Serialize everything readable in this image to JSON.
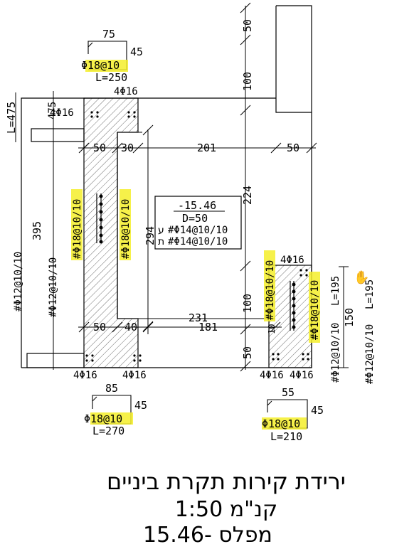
{
  "colors": {
    "line": "#000000",
    "highlight": "#f5ef2a",
    "hatch": "#6f6f6f"
  },
  "icons": {
    "cursor": "hand-pointer-icon"
  },
  "title": {
    "line1": "ירידת קירות תקרת ביניים",
    "line2": "קנ\"מ 1:50",
    "line3": "מפלס -15.46"
  },
  "level_box": {
    "elevation": "-15.46",
    "thickness": "D=50",
    "rebar_top_prefix": "ע",
    "rebar_top": "#Φ14@10/10",
    "rebar_bottom_prefix": "ת",
    "rebar_bottom": "#Φ14@10/10"
  },
  "dimensions": {
    "d50_top": "50",
    "d100_upper": "100",
    "d224": "224",
    "d100_lower": "100",
    "d50_bottom": "50",
    "d201": "201",
    "d50_right": "50",
    "d50_left_upper": "50",
    "d30": "30",
    "d231": "231",
    "d181": "181",
    "d50_left_lower": "50",
    "d40": "40",
    "d10": "10",
    "d395": "395",
    "d294": "294",
    "d150": "150",
    "d_l475": "L=475",
    "d_475": "475",
    "d_l195": "L=195"
  },
  "rebar": {
    "r4f16_top": "4Φ16",
    "r4f16_left": "4Φ16",
    "r4f16_right": "4Φ16",
    "r4f16_bl": "4Φ16",
    "r4f16_bl2": "4Φ16",
    "r4f16_br": "4Φ16",
    "r4f16_br2": "4Φ16",
    "vertical_left1": "#Φ18@10/10",
    "vertical_left2": "#Φ18@10/10",
    "vertical_right1": "#Φ18@10/10",
    "vertical_right2": "#Φ18@10/10",
    "mesh_left1": "#Φ12@10/10",
    "mesh_left2": "#Φ12@10/10",
    "mesh_right1": "#Φ12@10/10",
    "mesh_right2": "#Φ12@10/10"
  },
  "stirrups": [
    {
      "width": "75",
      "height": "45",
      "bar": "Φ18@10",
      "length": "L=250"
    },
    {
      "width": "85",
      "height": "45",
      "bar": "Φ18@10",
      "length": "L=270"
    },
    {
      "width": "55",
      "height": "45",
      "bar": "Φ18@10",
      "length": "L=210"
    }
  ]
}
